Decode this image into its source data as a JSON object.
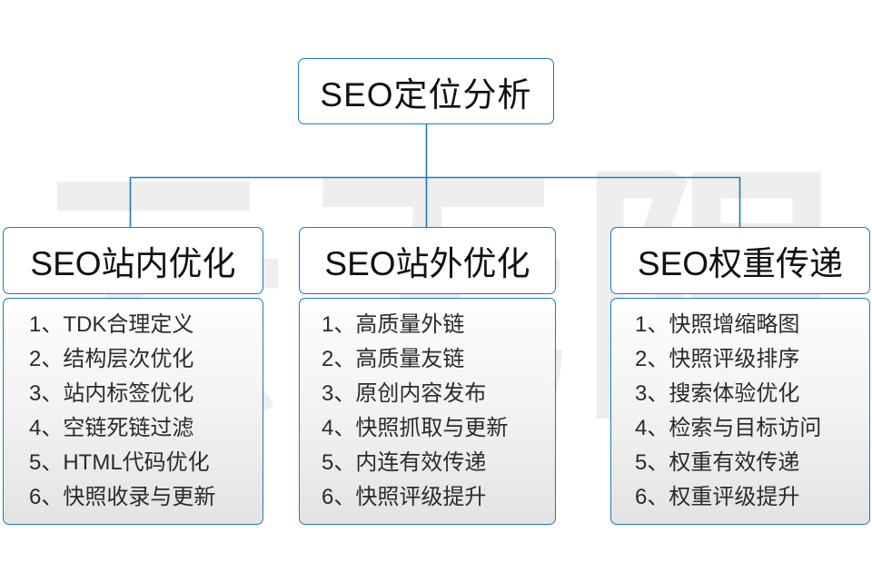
{
  "diagram": {
    "title": "SEO定位分析",
    "watermark": "云无限",
    "accent_color": "#1a7ac4",
    "text_color": "#111111",
    "background_color": "#ffffff",
    "columns": [
      {
        "header": "SEO站内优化",
        "items": [
          "1、TDK合理定义",
          "2、结构层次优化",
          "3、站内标签优化",
          "4、空链死链过滤",
          "5、HTML代码优化",
          "6、快照收录与更新"
        ]
      },
      {
        "header": "SEO站外优化",
        "items": [
          "1、高质量外链",
          "2、高质量友链",
          "3、原创内容发布",
          "4、快照抓取与更新",
          "5、内连有效传递",
          "6、快照评级提升"
        ]
      },
      {
        "header": "SEO权重传递",
        "items": [
          "1、快照增缩略图",
          "2、快照评级排序",
          "3、搜索体验优化",
          "4、检索与目标访问",
          "5、权重有效传递",
          "6、权重评级提升"
        ]
      }
    ]
  },
  "chart_data": {
    "type": "table",
    "title": "SEO定位分析",
    "categories": [
      "SEO站内优化",
      "SEO站外优化",
      "SEO权重传递"
    ],
    "series": [
      {
        "name": "SEO站内优化",
        "values": [
          "TDK合理定义",
          "结构层次优化",
          "站内标签优化",
          "空链死链过滤",
          "HTML代码优化",
          "快照收录与更新"
        ]
      },
      {
        "name": "SEO站外优化",
        "values": [
          "高质量外链",
          "高质量友链",
          "原创内容发布",
          "快照抓取与更新",
          "内连有效传递",
          "快照评级提升"
        ]
      },
      {
        "name": "SEO权重传递",
        "values": [
          "快照增缩略图",
          "快照评级排序",
          "搜索体验优化",
          "检索与目标访问",
          "权重有效传递",
          "权重评级提升"
        ]
      }
    ],
    "xlabel": "",
    "ylabel": "",
    "legend": "none",
    "grid": false
  }
}
